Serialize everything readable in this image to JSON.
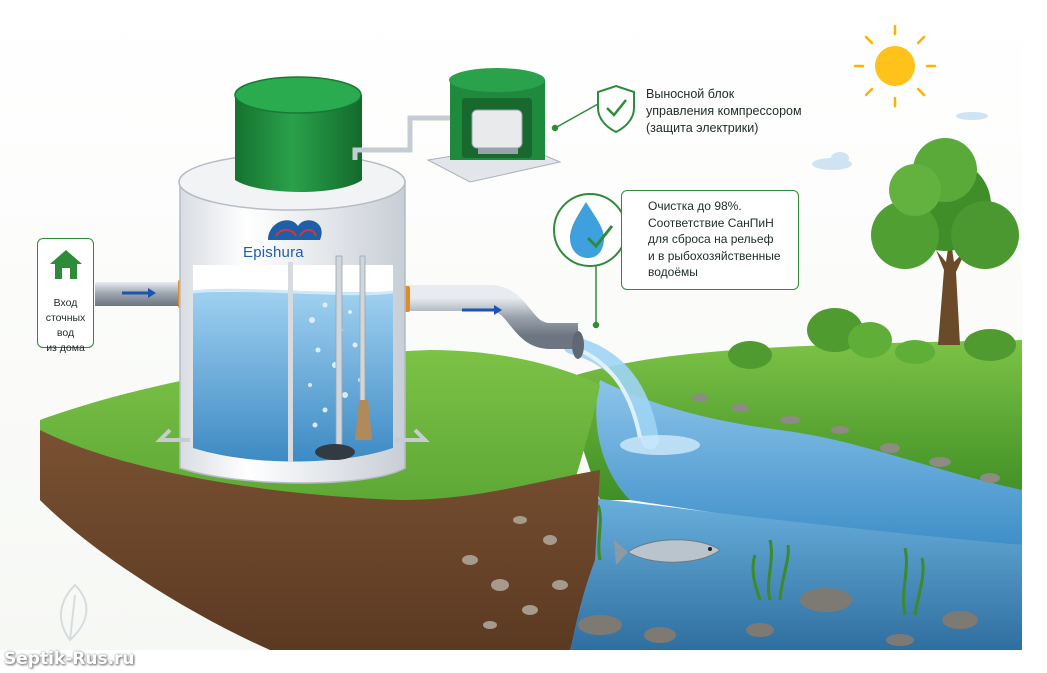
{
  "brand": "Epishura",
  "input_callout": {
    "line1": "Вход",
    "line2": "сточных вод",
    "line3": "из дома",
    "icon": "house-icon"
  },
  "compressor_callout": {
    "line1": "Выносной блок",
    "line2": "управления компрессором",
    "line3": "(защита электрики)",
    "icon": "shield-check-icon"
  },
  "cleaning_callout": {
    "line1": "Очистка до 98%.",
    "line2": "Соответствие СанПиН",
    "line3": "для сброса на рельеф",
    "line4": "и в рыбохозяйственные",
    "line5": "водоёмы",
    "icon": "water-drop-check-icon"
  },
  "watermark": "Septik-Rus.ru",
  "colors": {
    "accent_green": "#2e8b3a",
    "lid_green": "#1f8a3e",
    "water_blue": "#4a9fd8"
  }
}
